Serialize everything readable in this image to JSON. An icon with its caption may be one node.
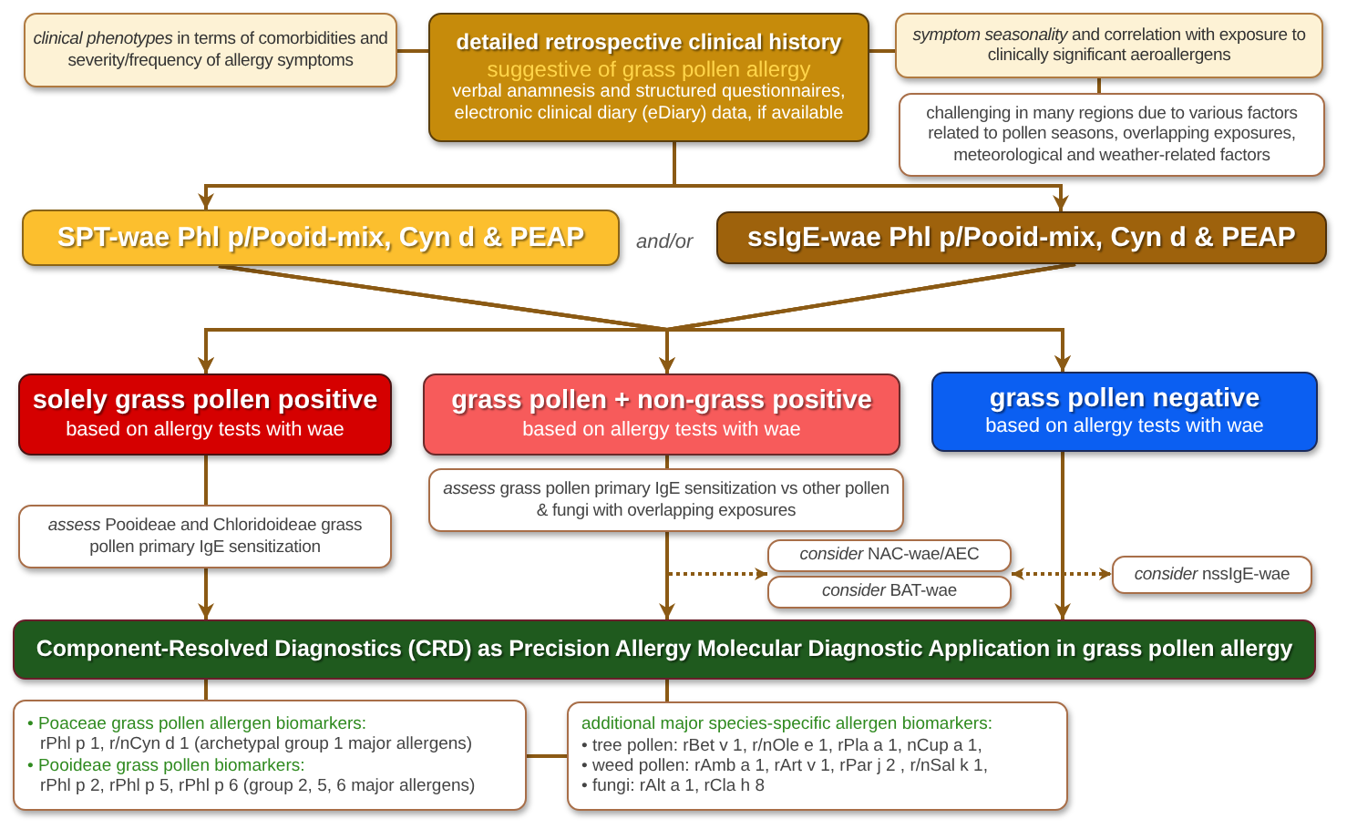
{
  "diagram": {
    "nodes": [
      {
        "text": [
          "*clinical phenotypes* in terms of comorbidities and severity/frequency of allergy symptoms"
        ]
      },
      {
        "text": [
          "detailed retrospective clinical history",
          "suggestive of grass pollen allergy",
          "verbal anamnesis and structured questionnaires, electronic clinical diary (eDiary) data, if available"
        ]
      },
      {
        "text": [
          "*symptom seasonality* and correlation with exposure to clinically significant aeroallergens"
        ]
      },
      {
        "text": [
          "challenging in many regions due to various factors related to pollen seasons, overlapping exposures, meteorological and weather-related factors"
        ]
      },
      {
        "text": [
          "SPT-wae Phl p/Pooid-mix, Cyn d & PEAP"
        ]
      },
      {
        "text": [
          "ssIgE-wae Phl p/Pooid-mix, Cyn d & PEAP"
        ]
      },
      {
        "text": [
          "solely grass pollen positive",
          "based on allergy tests with wae"
        ]
      },
      {
        "text": [
          "grass pollen + non-grass positive",
          "based on allergy tests with wae"
        ]
      },
      {
        "text": [
          "grass pollen negative",
          "based on allergy tests with wae"
        ]
      },
      {
        "text": [
          "*assess* Pooideae and Chloridoideae grass pollen primary IgE sensitization"
        ]
      },
      {
        "text": [
          "*assess* grass pollen primary IgE sensitization vs other pollen & fungi with overlapping exposures"
        ]
      },
      {
        "text": [
          "*consider* NAC-wae/AEC"
        ]
      },
      {
        "text": [
          "*consider* BAT-wae"
        ]
      },
      {
        "text": [
          "*consider* nssIgE-wae"
        ]
      },
      {
        "text": [
          "Component-Resolved Diagnostics (CRD) as Precision Allergy Molecular Diagnostic Application in grass pollen allergy"
        ]
      },
      {
        "text": [
          "• Poaceae grass pollen allergen biomarkers:",
          "rPhl p 1, r/nCyn d 1 (archetypal group 1 major allergens)",
          "• Pooideae grass pollen biomarkers:",
          "rPhl p 2, rPhl p 5, rPhl p 6 (group 2, 5, 6 major allergens)"
        ]
      },
      {
        "text": [
          "additional major species-specific allergen biomarkers:",
          "• tree pollen: rBet v 1, r/nOle e 1, rPla a 1, nCup a 1,",
          "• weed pollen: rAmb a 1, rArt v 1, rPar j 2 , r/nSal k 1,",
          "• fungi: rAlt a 1, rCla h 8"
        ]
      }
    ],
    "edges": [
      {
        "from": 0,
        "to": 1,
        "arrow": "none"
      },
      {
        "from": 1,
        "to": 2,
        "arrow": "none"
      },
      {
        "from": 2,
        "to": 3,
        "arrow": "none"
      },
      {
        "from": 1,
        "to": 4,
        "arrow": "to"
      },
      {
        "from": 1,
        "to": 5,
        "arrow": "to"
      },
      {
        "from": 4,
        "to": 6,
        "arrow": "to"
      },
      {
        "from": 4,
        "to": 7,
        "arrow": "to"
      },
      {
        "from": 4,
        "to": 8,
        "arrow": "to"
      },
      {
        "from": 5,
        "to": 6,
        "arrow": "to"
      },
      {
        "from": 5,
        "to": 7,
        "arrow": "to"
      },
      {
        "from": 5,
        "to": 8,
        "arrow": "to"
      },
      {
        "from": 6,
        "to": 9,
        "arrow": "none"
      },
      {
        "from": 9,
        "to": 14,
        "arrow": "to"
      },
      {
        "from": 7,
        "to": 10,
        "arrow": "none"
      },
      {
        "from": 10,
        "to": 14,
        "arrow": "to"
      },
      {
        "from": 10,
        "to": 11,
        "arrow": "to",
        "style": "dashed"
      },
      {
        "from": 10,
        "to": 12,
        "arrow": "to",
        "style": "dashed"
      },
      {
        "from": 11,
        "to": 13,
        "arrow": "both",
        "style": "dashed"
      },
      {
        "from": 12,
        "to": 13,
        "arrow": "both",
        "style": "dashed"
      },
      {
        "from": 8,
        "to": 14,
        "arrow": "to"
      },
      {
        "from": 14,
        "to": 15,
        "arrow": "none"
      },
      {
        "from": 14,
        "to": 16,
        "arrow": "none"
      },
      {
        "from": 15,
        "to": 16,
        "arrow": "none"
      }
    ],
    "labels": [
      "and/or"
    ]
  }
}
